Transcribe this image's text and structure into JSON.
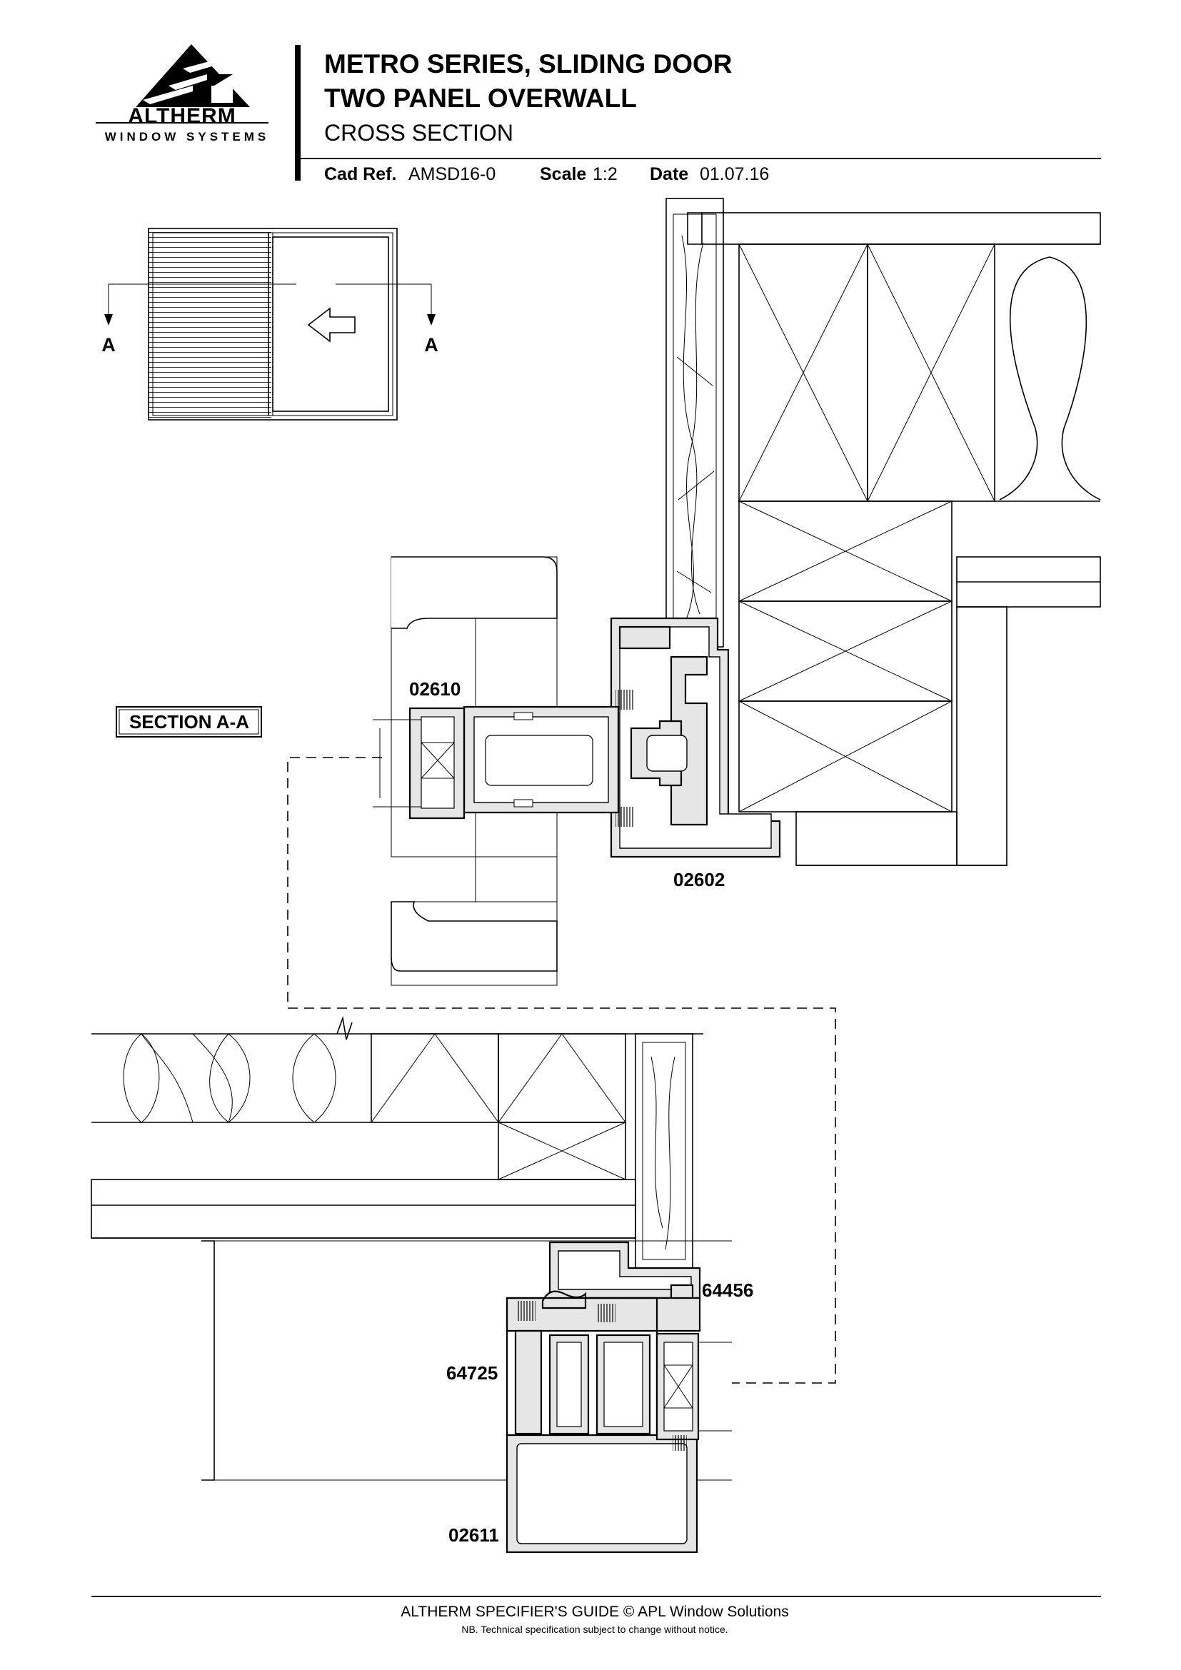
{
  "brand": {
    "name": "ALTHERM",
    "tagline": "WINDOW SYSTEMS"
  },
  "title": {
    "line1": "METRO SERIES, SLIDING DOOR",
    "line2": "TWO PANEL OVERWALL",
    "line3": "CROSS SECTION"
  },
  "meta": {
    "cad_ref_label": "Cad Ref.",
    "cad_ref_value": "AMSD16-0",
    "scale_label": "Scale",
    "scale_value": "1:2",
    "date_label": "Date",
    "date_value": "01.07.16"
  },
  "key_plan": {
    "cut_left": "A",
    "cut_right": "A"
  },
  "section_label": "SECTION A-A",
  "parts": {
    "p1": "02610",
    "p2": "02602",
    "p3": "64456",
    "p4": "64725",
    "p5": "02611"
  },
  "footer": {
    "line1": "ALTHERM SPECIFIER'S GUIDE  © APL Window Solutions",
    "line2": "NB. Technical specification subject to change without notice."
  }
}
